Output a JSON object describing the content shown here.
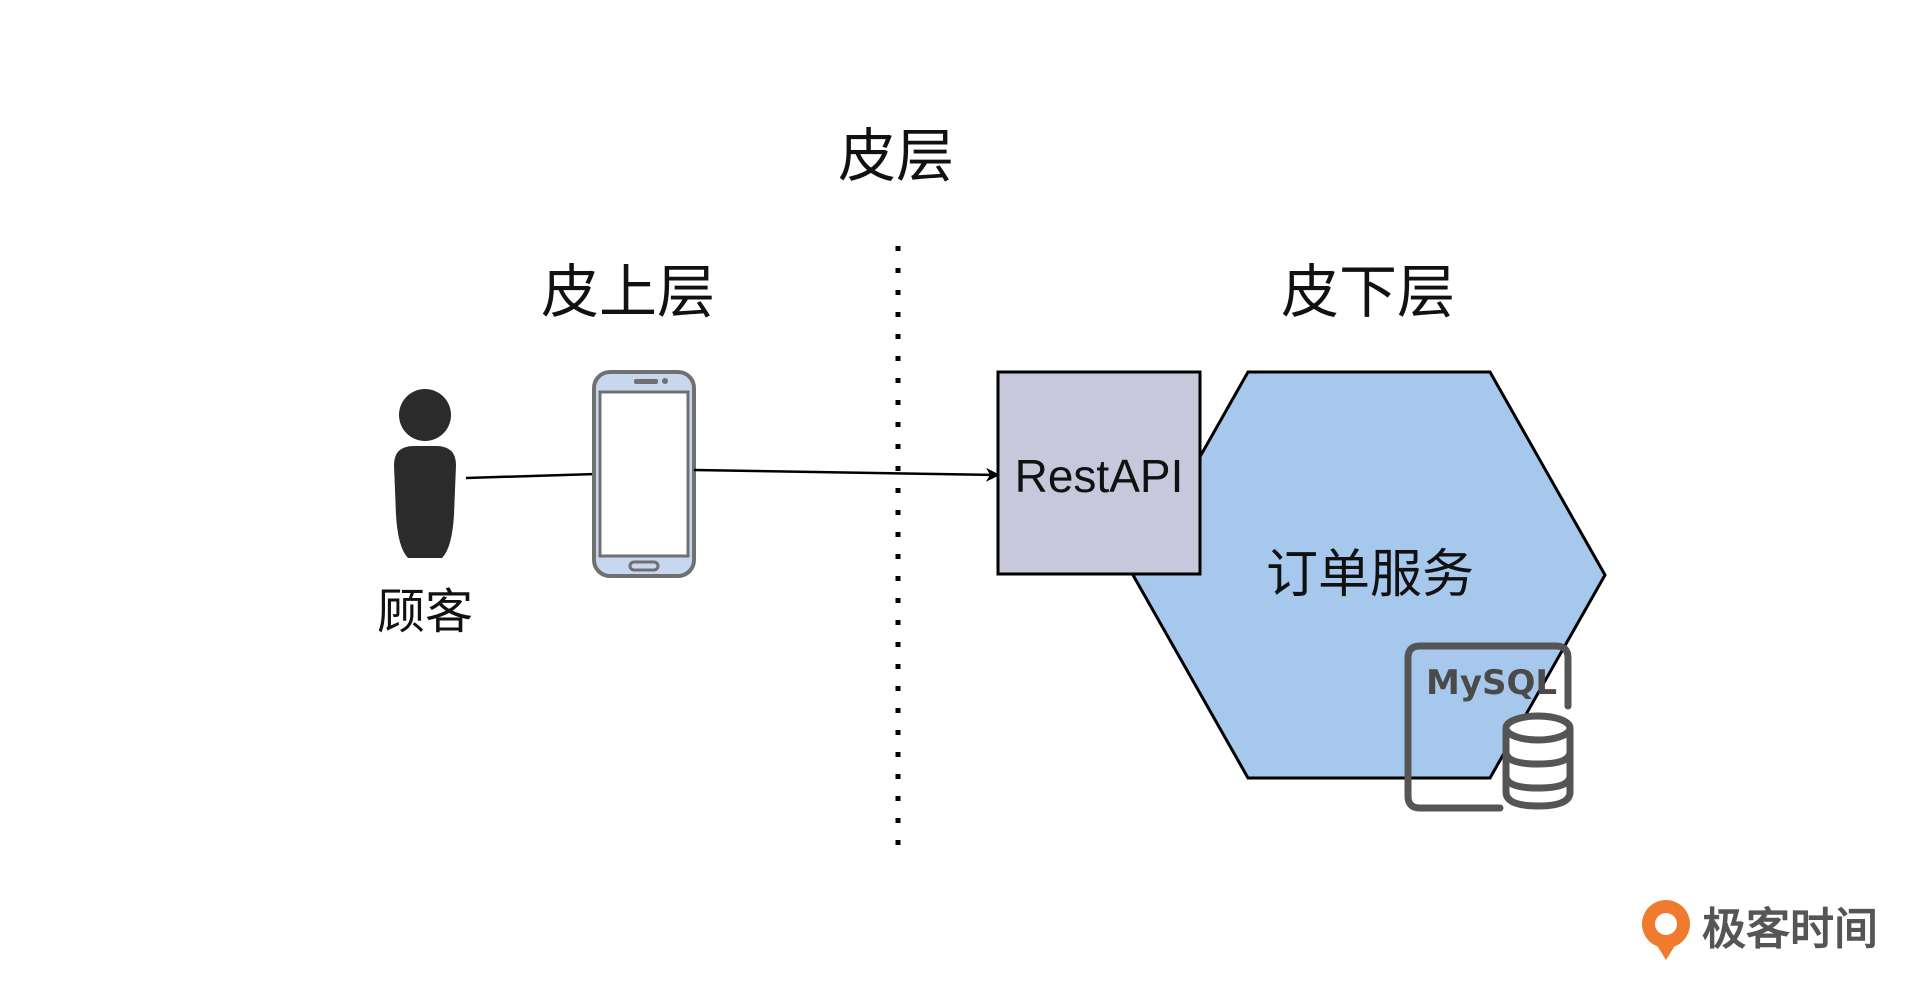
{
  "labels": {
    "skin_layer": "皮层",
    "above_skin": "皮上层",
    "below_skin": "皮下层",
    "customer": "顾客",
    "rest_api": "RestAPI",
    "order_service": "订单服务",
    "mysql": "MySQL"
  },
  "brand": {
    "name": "极客时间"
  },
  "colors": {
    "hexagon_fill": "#a6c8ec",
    "api_box_fill": "#c8c8dc",
    "person": "#2b2b2b",
    "phone_frame": "#707070",
    "phone_accent": "#c7d7ef",
    "db_icon": "#555555",
    "brand_accent": "#f07a2e"
  },
  "icons": {
    "person": "person-icon",
    "phone": "smartphone-icon",
    "database": "database-icon",
    "brand_logo": "geektime-logo-icon"
  }
}
